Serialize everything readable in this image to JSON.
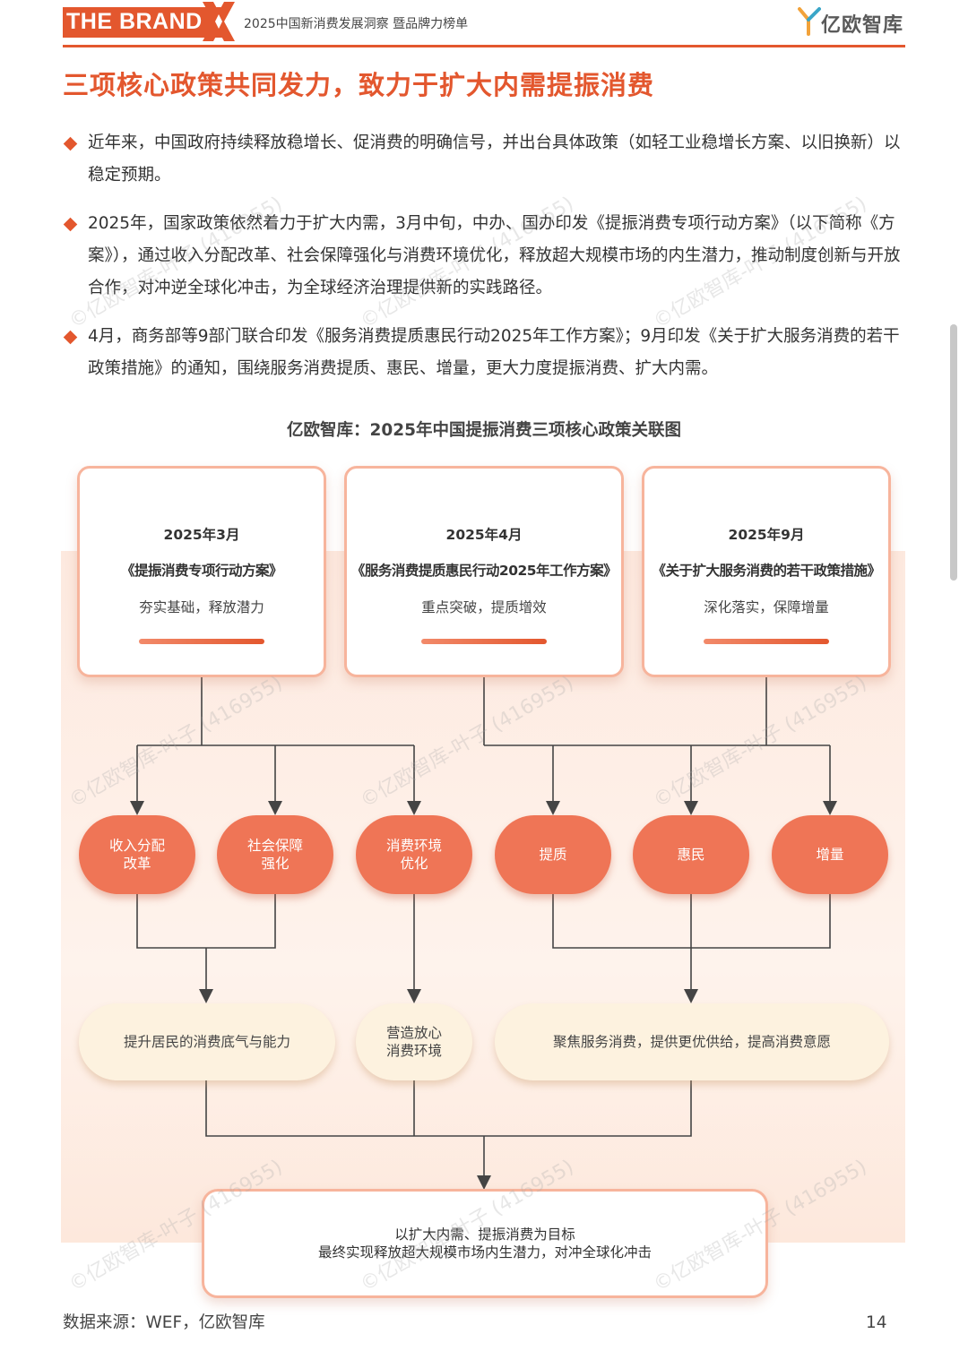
{
  "header": {
    "brand": "THE BRAND",
    "title": "2025中国新消费发展洞察 暨品牌力榜单",
    "logo_text": "亿欧智库"
  },
  "page_title": "三项核心政策共同发力，致力于扩大内需提振消费",
  "bullets": [
    "近年来，中国政府持续释放稳增长、促消费的明确信号，并出台具体政策（如轻工业稳增长方案、以旧换新）以稳定预期。",
    "2025年，国家政策依然着力于扩大内需，3月中旬，中办、国办印发《提振消费专项行动方案》（以下简称《方案》），通过收入分配改革、社会保障强化与消费环境优化，释放超大规模市场的内生潜力，推动制度创新与开放合作，对冲逆全球化冲击，为全球经济治理提供新的实践路径。",
    "4月，商务部等9部门联合印发《服务消费提质惠民行动2025年工作方案》；9月印发《关于扩大服务消费的若干政策措施》的通知，围绕服务消费提质、惠民、增量，更大力度提振消费、扩大内需。"
  ],
  "diagram": {
    "title": "亿欧智库：2025年中国提振消费三项核心政策关联图",
    "policies": [
      {
        "date": "2025年3月",
        "name": "《提振消费专项行动方案》",
        "desc": "夯实基础，释放潜力"
      },
      {
        "date": "2025年4月",
        "name": "《服务消费提质惠民行动2025年工作方案》",
        "desc": "重点突破，提质增效"
      },
      {
        "date": "2025年9月",
        "name": "《关于扩大服务消费的若干政策措施》",
        "desc": "深化落实，保障增量"
      }
    ],
    "measures": [
      "收入分配\n改革",
      "社会保障\n强化",
      "消费环境\n优化",
      "提质",
      "惠民",
      "增量"
    ],
    "outcomes": [
      "提升居民的消费底气与能力",
      "营造放心\n消费环境",
      "聚焦服务消费，提供更优供给，提高消费意愿"
    ],
    "final": {
      "line1": "以扩大内需、提振消费为目标",
      "line2": "最终实现释放超大规模市场内生潜力，对冲全球化冲击"
    }
  },
  "watermark": "©亿欧智库-叶子 (416955)",
  "footer": {
    "source": "数据来源：WEF，亿欧智库",
    "page_number": "14"
  },
  "colors": {
    "accent": "#e3572e",
    "pill": "#ef7556",
    "outcome_bg": "#fdf2df",
    "diagram_bg": "#fde9df"
  }
}
